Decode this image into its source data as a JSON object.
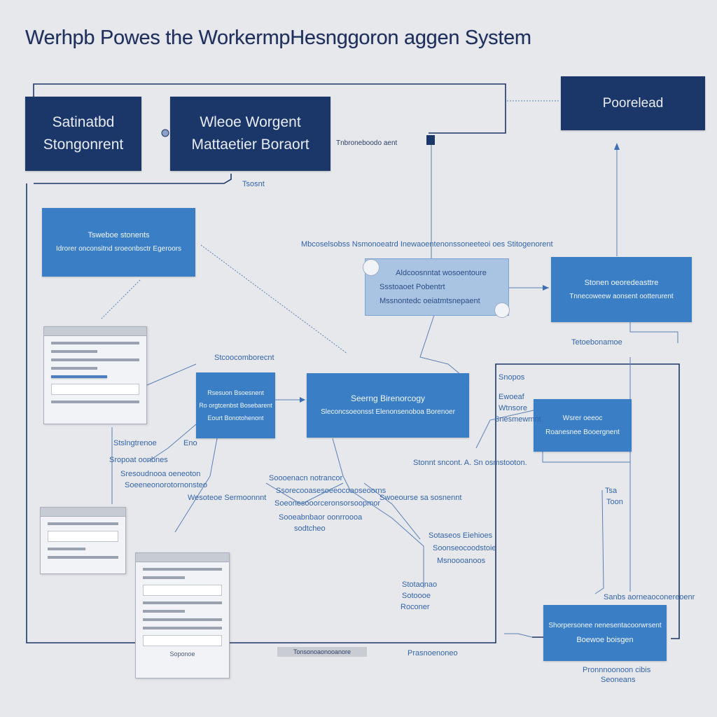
{
  "title": "Werhpb Powes the WorkermpHesnggoron aggen System",
  "boxes": {
    "navy1": {
      "line1": "Satinatbd",
      "line2": "Stongonrent"
    },
    "navy2": {
      "line1": "Wleoe Worgent",
      "line2": "Mattaetier Boraort"
    },
    "navy3": {
      "label": "Poorelead"
    },
    "blue_left": {
      "line1": "Tsweboe stonents",
      "line2": "Idrorer onconsitnd sroeonbsctr Egeroors"
    },
    "pale": {
      "line1": "Aldcoosnntat wosoentoure",
      "line2": "Ssstoaoet Pobentrt",
      "line3": "Mssnontedc oeiatmtsnepaent"
    },
    "blue_right": {
      "line1": "Stonen oeoredeasttre",
      "line2": "Tnnecoweew aonsent ootterurent"
    },
    "blue_small": {
      "line1": "Rsesuon Bsoesnent",
      "line2": "Ro orgtcenbst Bosebarent",
      "line3": "Eourt Bonotohenont"
    },
    "blue_center": {
      "line1": "Seerng Birenorcogy",
      "line2": "Sleconcsoeonsst Elenonsenoboa Borenoer"
    },
    "blue_far": {
      "line1": "Wsrer oeeoc",
      "line2": "Roanesnee Booergnent"
    },
    "blue_bottom": {
      "line1": "Shorpersonee nenesentacoorwrsent",
      "line2": "Boewoe boisgen"
    }
  },
  "labels": {
    "top_conn": "Tnbroneboodo aent",
    "sub_navy": "Tsosnt",
    "mid_long": "Mbcoselsobss Nsmonoeatrd Inewaoentenonssoneeteoi oes Stitogenorent",
    "right_conn": "Tetoebonamoe",
    "center_top": "Stcoocomborecnt",
    "right_mid1": "Snopos",
    "right_mid2": "Ewoeaf",
    "right_mid3": "Wtnsore",
    "right_mid4": "Snesmewmnt",
    "mid_right_long": "Stonnt sncont. A. Sn osmstooton.",
    "left_a": "Stslngtrenoe",
    "left_b": "Eno",
    "left_c": "Sropoat oonbnes",
    "left_d": "Sresoudnooa oeneoton",
    "left_e": "Soeeneonorotornonsteo",
    "left_f": "Wesoteoe Sermoonnnt",
    "center_a": "Soooenacn notrancor",
    "center_b": "Ssorecooasesoeeocoaoseoorns",
    "center_c": "Soeonesooorceronsorsoopmor",
    "center_d": "Sooeabnbaor oonrroooa",
    "center_e": "sodtcheo",
    "mid_c1": "Swoeourse sa sosnennt",
    "mid_c2": "Sotaseos Eiehioes",
    "mid_c3": "Soonseocoodstoie",
    "mid_c4": "Msnoooanoos",
    "mid_c5": "Stotaonao",
    "mid_c6": "Sotoooe",
    "mid_c7": "Roconer",
    "right_far1": "Tsa",
    "right_far2": "Toon",
    "right_far3": "Sanbs aorneaoconereoenr",
    "bottom_c": "Prasnoenoneo",
    "bottom_r1": "Pronnnoonoon cibis",
    "bottom_r2": "Seoneans",
    "panel_bot_cap": "Soponoe",
    "base_bar": "Tonsonoaonooanore"
  },
  "colors": {
    "navy": "#1b3668",
    "blue": "#3a7fc6",
    "pale": "#a9c3e3",
    "background": "#e6e8ec",
    "wire": "#3d6fb3"
  }
}
